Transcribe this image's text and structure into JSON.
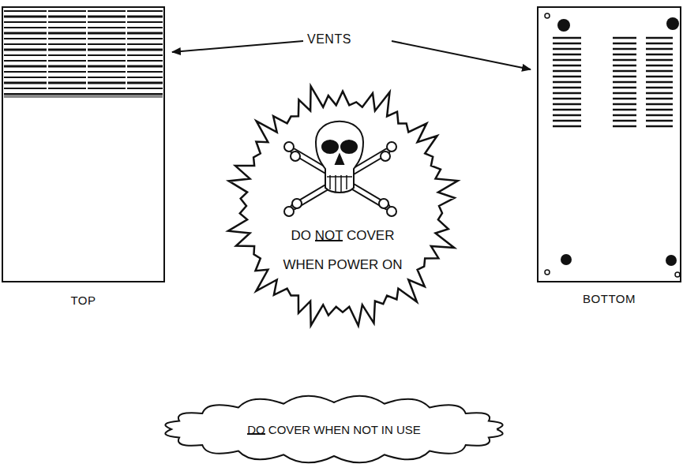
{
  "diagram": {
    "nodes": [
      {
        "text": [
          "TOP"
        ]
      },
      {
        "text": [
          "BOTTOM"
        ]
      },
      {
        "text": [
          "DO NOT COVER WHEN POWER ON"
        ]
      },
      {
        "text": [
          "DO COVER WHEN NOT IN USE"
        ]
      }
    ],
    "labels": [
      "VENTS"
    ]
  }
}
